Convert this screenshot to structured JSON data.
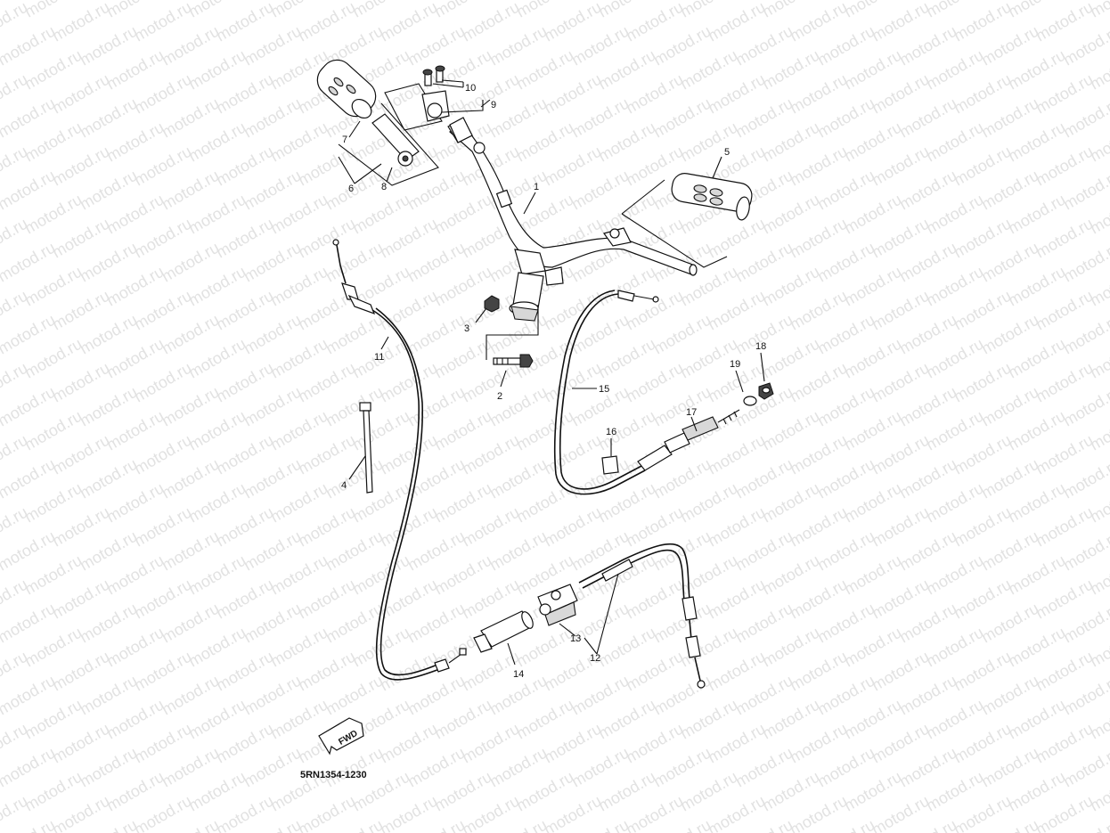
{
  "watermark": "motod.ru",
  "diagram_code": "5RN1354-1230",
  "direction_arrow_label": "FWD",
  "callouts": {
    "c1": "1",
    "c2": "2",
    "c3": "3",
    "c4": "4",
    "c5": "5",
    "c6": "6",
    "c7": "7",
    "c8": "8",
    "c9": "9",
    "c10": "10",
    "c11": "11",
    "c12": "12",
    "c13": "13",
    "c14": "14",
    "c15": "15",
    "c16": "16",
    "c17": "17",
    "c18": "18",
    "c19": "19"
  }
}
